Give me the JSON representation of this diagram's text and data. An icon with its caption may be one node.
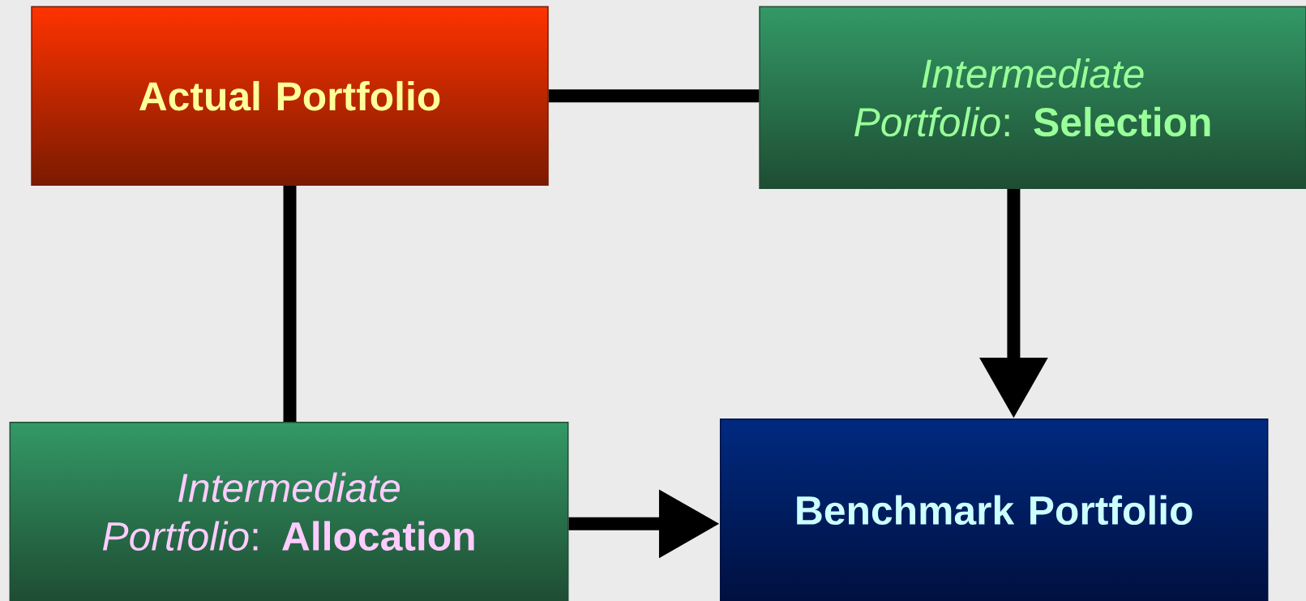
{
  "diagram": {
    "nodes": [
      {
        "text": [
          "Actual Portfolio"
        ]
      },
      {
        "text": [
          "*Intermediate Portfolio*: **Selection**"
        ]
      },
      {
        "text": [
          "*Intermediate Portfolio*: **Allocation**"
        ]
      },
      {
        "text": [
          "Benchmark Portfolio"
        ]
      }
    ],
    "edges": [
      {
        "from": 0,
        "to": 1,
        "arrow": "none"
      },
      {
        "from": 1,
        "to": 3,
        "arrow": "to"
      },
      {
        "from": 0,
        "to": 2,
        "arrow": "none"
      },
      {
        "from": 2,
        "to": 3,
        "arrow": "to"
      }
    ]
  }
}
